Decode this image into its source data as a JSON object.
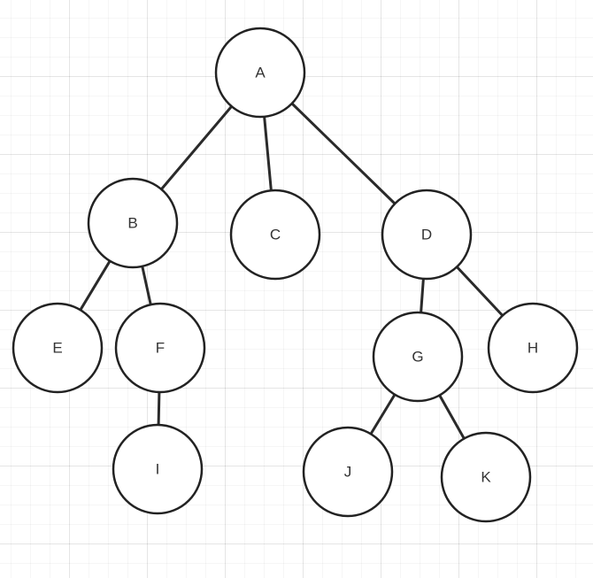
{
  "diagram": {
    "type": "tree",
    "nodes": [
      {
        "id": "A",
        "label": "A"
      },
      {
        "id": "B",
        "label": "B"
      },
      {
        "id": "C",
        "label": "C"
      },
      {
        "id": "D",
        "label": "D"
      },
      {
        "id": "E",
        "label": "E"
      },
      {
        "id": "F",
        "label": "F"
      },
      {
        "id": "G",
        "label": "G"
      },
      {
        "id": "H",
        "label": "H"
      },
      {
        "id": "I",
        "label": "I"
      },
      {
        "id": "J",
        "label": "J"
      },
      {
        "id": "K",
        "label": "K"
      }
    ],
    "edges": [
      {
        "from": "A",
        "to": "B"
      },
      {
        "from": "A",
        "to": "C"
      },
      {
        "from": "A",
        "to": "D"
      },
      {
        "from": "B",
        "to": "E"
      },
      {
        "from": "B",
        "to": "F"
      },
      {
        "from": "F",
        "to": "I"
      },
      {
        "from": "D",
        "to": "G"
      },
      {
        "from": "D",
        "to": "H"
      },
      {
        "from": "G",
        "to": "J"
      },
      {
        "from": "G",
        "to": "K"
      }
    ]
  }
}
